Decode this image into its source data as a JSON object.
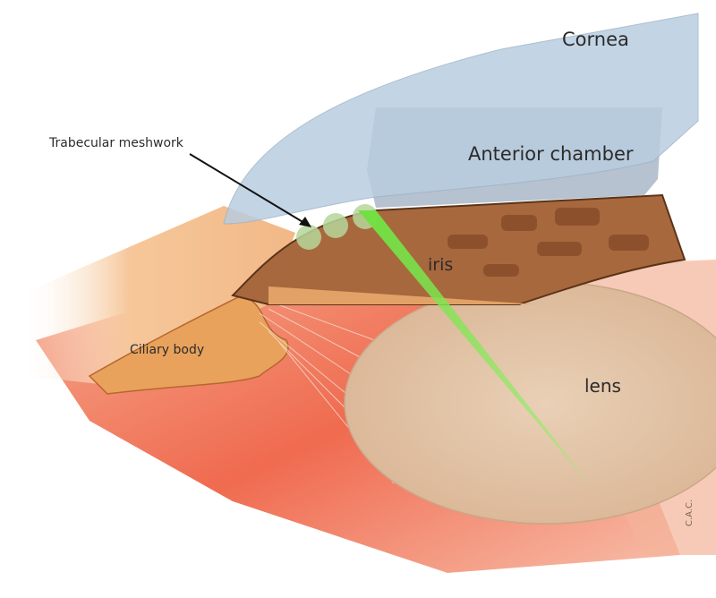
{
  "labels": {
    "cornea": "Cornea",
    "anterior_chamber": "Anterior chamber",
    "trabecular_meshwork": "Trabecular meshwork",
    "iris": "iris",
    "lens": "lens",
    "ciliary_body": "Ciliary body"
  },
  "signature": "C.A.C.",
  "colors": {
    "cornea": "#b9cde0",
    "anterior_chamber": "#a9b7c8",
    "iris": "#a0623a",
    "lens": "#e6cbb0",
    "laser": "#7fe04a",
    "choroid": "#ee5a3c",
    "sclera": "#f6c79a"
  }
}
